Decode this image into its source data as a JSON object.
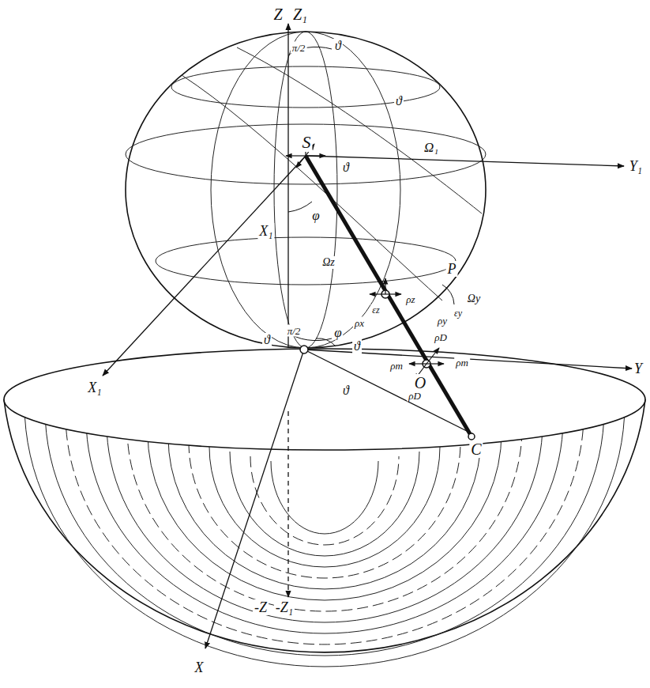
{
  "diagram": {
    "labels": [
      "Z",
      "Z₁",
      "S",
      "Y₁",
      "X₁",
      "X₁",
      "π/2",
      "ϑ",
      "ϑ",
      "ϑ",
      "Ω₁",
      "φ",
      "Ωz",
      "P",
      "Ωy",
      "εz",
      "ρx",
      "ρz",
      "εy",
      "ρy",
      "π/2",
      "ϑ",
      "φ",
      "ϑ",
      "ρD",
      "ρm",
      "ρm",
      "O",
      "ρD",
      "ϑ",
      "C",
      "Y",
      "X",
      "-Z",
      "-Z₁"
    ]
  }
}
